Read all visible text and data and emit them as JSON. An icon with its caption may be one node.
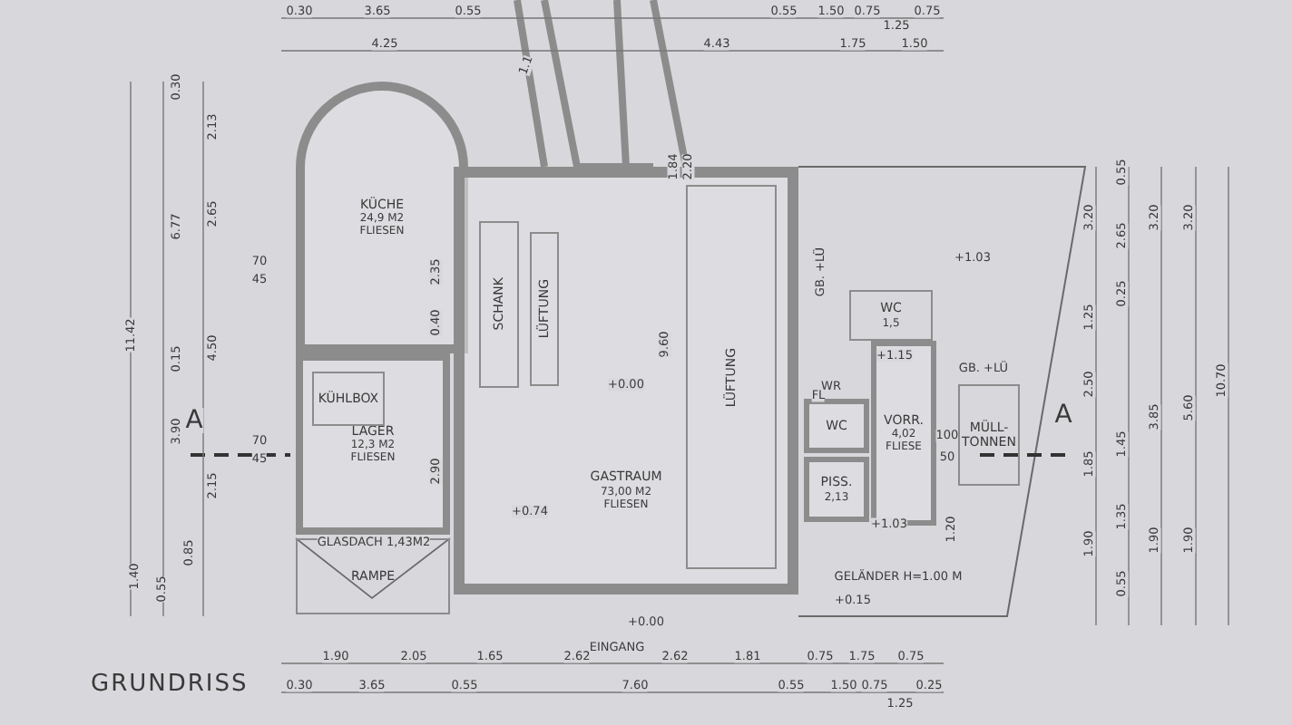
{
  "diagram": {
    "title": "GRUNDRISS",
    "nodes": [
      {
        "text": [
          "KÜCHE",
          "24,9 M2",
          "FLIESEN"
        ]
      },
      {
        "text": [
          "LAGER",
          "12,3 M2",
          "FLIESEN"
        ]
      },
      {
        "text": [
          "KÜHLBOX"
        ],
        "in": 1
      },
      {
        "text": [
          "RAMPE"
        ]
      },
      {
        "text": [
          "GASTRAUM",
          "73,00 M2",
          "FLIESEN"
        ]
      },
      {
        "text": [
          "SCHANK"
        ],
        "in": 4
      },
      {
        "text": [
          "LÜFTUNG"
        ],
        "in": 4
      },
      {
        "text": [
          "LÜFTUNG"
        ],
        "in": 4
      },
      {
        "text": [
          "WC",
          "1,5"
        ]
      },
      {
        "text": [
          "WC"
        ]
      },
      {
        "text": [
          "PISS.",
          "2,13"
        ]
      },
      {
        "text": [
          "VORR.",
          "4,02",
          "FLIESE"
        ]
      },
      {
        "text": [
          "MÜLL-TONNEN"
        ]
      }
    ],
    "labels": [
      "0.30",
      "3.65",
      "0.55",
      "0.55",
      "1.50",
      "0.75",
      "1.25",
      "0.75",
      "4.25",
      "4.43",
      "1.75",
      "1.50",
      "1.1",
      "1.84",
      "2.20",
      "11.42",
      "0.30",
      "6.77",
      "0.15",
      "3.90",
      "1.40",
      "0.55",
      "0.85",
      "2.13",
      "2.65",
      "4.50",
      "2.15",
      "70",
      "45",
      "70",
      "45",
      "A",
      "A",
      "2.35",
      "0.40",
      "2.90",
      "GLASDACH 1,43M2",
      "+0.00",
      "+0.74",
      "9.60",
      "EINGANG",
      "+0.00",
      "GB. +LÜ",
      "WR",
      "FL",
      "+1.03",
      "+1.15",
      "GB. +LÜ",
      "100",
      "50",
      "+1.03",
      "1.20",
      "GELÄNDER H=1.00 M",
      "+0.15",
      "3.20",
      "1.25",
      "2.50",
      "1.85",
      "1.90",
      "0.55",
      "2.65",
      "0.25",
      "1.45",
      "1.35",
      "0.55",
      "3.20",
      "3.85",
      "1.90",
      "3.20",
      "5.60",
      "1.90",
      "10.70",
      "1.90",
      "2.05",
      "1.65",
      "2.62",
      "2.62",
      "1.81",
      "0.75",
      "1.75",
      "0.75",
      "0.30",
      "3.65",
      "0.55",
      "7.60",
      "0.55",
      "1.50",
      "0.75",
      "1.25",
      "0.25"
    ]
  }
}
